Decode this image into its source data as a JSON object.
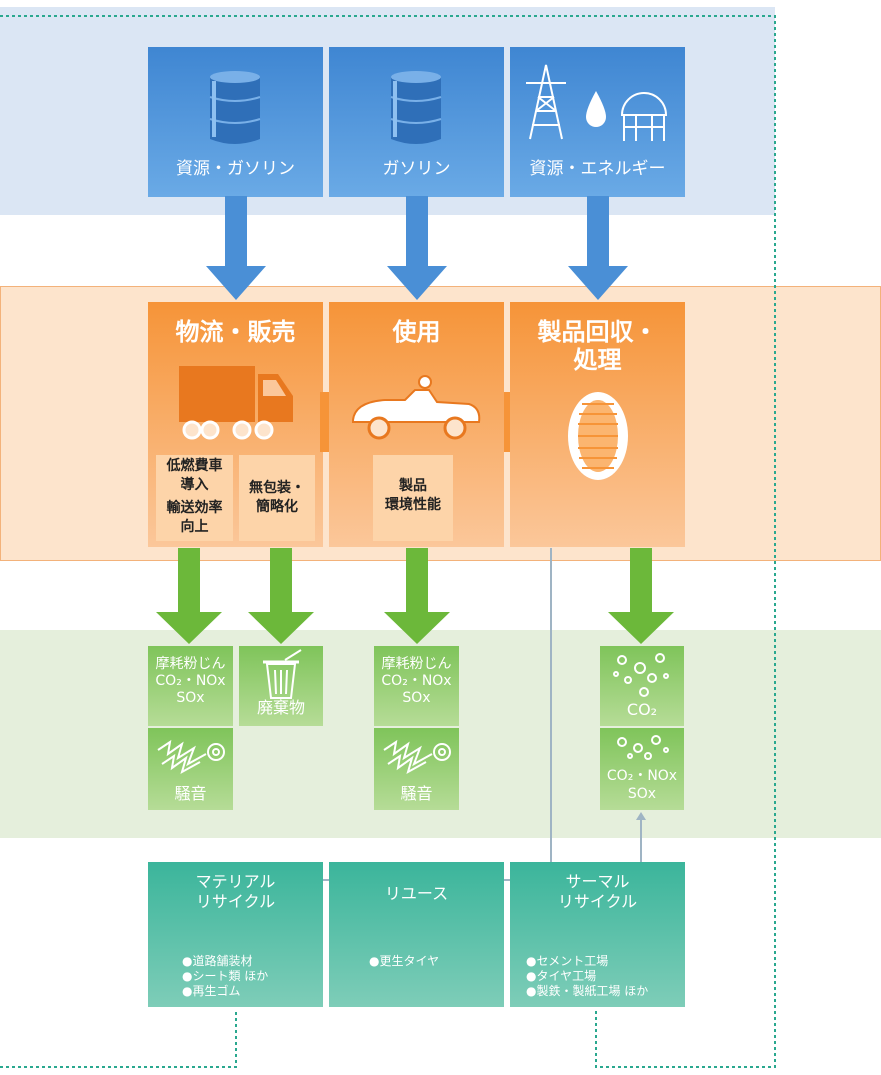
{
  "resources": [
    {
      "label": "資源・ガソリン",
      "icon": "oil-drum-icon"
    },
    {
      "label": "ガソリン",
      "icon": "oil-drum-icon"
    },
    {
      "label": "資源・エネルギー",
      "icon": "power-tower-icon"
    }
  ],
  "stages": {
    "logistics": {
      "title": "物流・販売",
      "box1_line1": "低燃費車",
      "box1_line2": "導入",
      "box1_line3": "輸送効率",
      "box1_line4": "向上",
      "box2_line1": "無包装・",
      "box2_line2": "簡略化"
    },
    "use": {
      "title": "使用",
      "box_line1": "製品",
      "box_line2": "環境性能"
    },
    "disposal": {
      "title_line1": "製品回収・",
      "title_line2": "処理"
    }
  },
  "emissions": {
    "wear1": {
      "line1": "摩耗粉じん",
      "line2": "CO₂・NOx",
      "line3": "SOx"
    },
    "noise1": "騒音",
    "waste": "廃棄物",
    "wear2": {
      "line1": "摩耗粉じん",
      "line2": "CO₂・NOx",
      "line3": "SOx"
    },
    "noise2": "騒音",
    "co2": "CO₂",
    "co2nox": {
      "line1": "CO₂・NOx",
      "line2": "SOx"
    }
  },
  "recycling": [
    {
      "title_line1": "マテリアル",
      "title_line2": "リサイクル",
      "items": [
        "●道路舗装材",
        "●シート類 ほか",
        "●再生ゴム"
      ]
    },
    {
      "title_line1": "リユース",
      "title_line2": "",
      "items": [
        "●更生タイヤ"
      ]
    },
    {
      "title_line1": "サーマル",
      "title_line2": "リサイクル",
      "items": [
        "●セメント工場",
        "●タイヤ工場",
        "●製鉄・製紙工場 ほか"
      ]
    }
  ],
  "colors": {
    "blue": "#3f86d2",
    "orange": "#f69438",
    "green": "#7fc45a",
    "teal": "#3bb59b",
    "arrow_gray": "#9fb4c4",
    "dotted": "#2aa88f"
  }
}
